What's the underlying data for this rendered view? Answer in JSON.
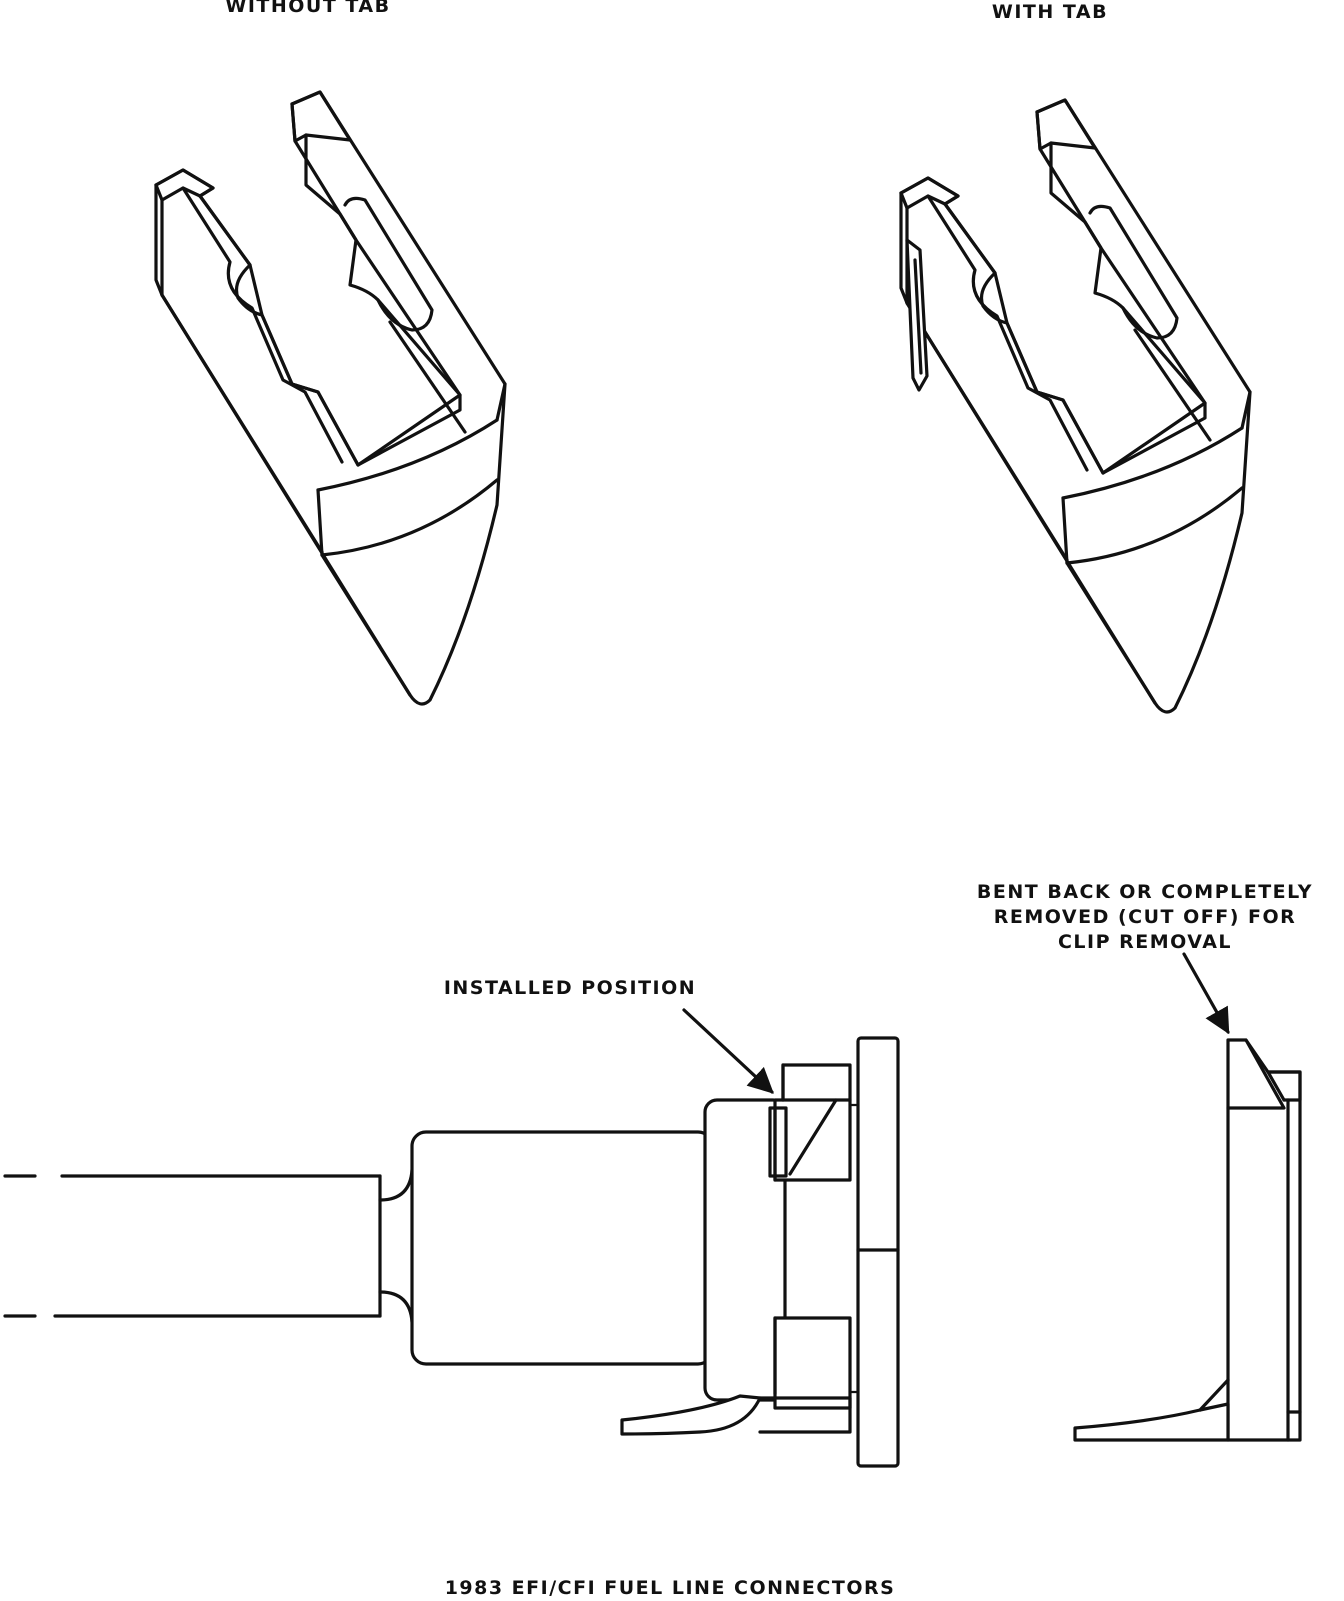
{
  "labels": {
    "without_tab": "WITHOUT TAB",
    "with_tab": "WITH TAB",
    "bent_back_line1": "BENT BACK OR COMPLETELY",
    "bent_back_line2": "REMOVED (CUT OFF) FOR",
    "bent_back_line3": "CLIP REMOVAL",
    "installed_position": "INSTALLED POSITION",
    "caption": "1983 EFI/CFI FUEL LINE CONNECTORS"
  }
}
